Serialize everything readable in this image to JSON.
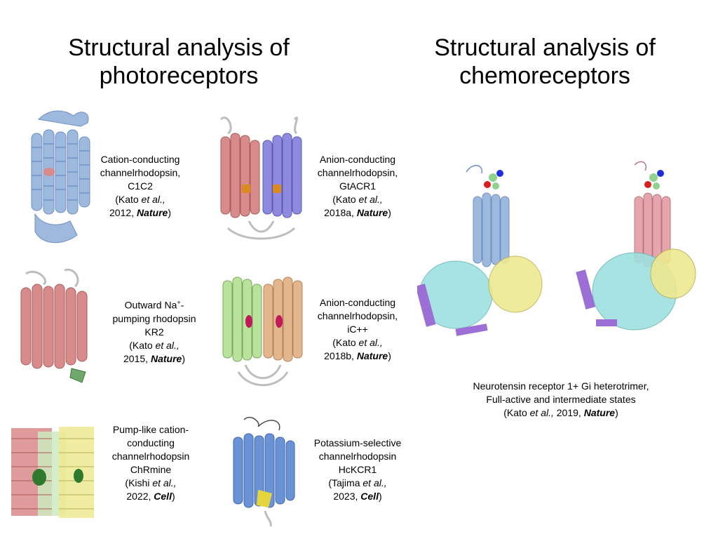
{
  "slide": {
    "left_heading": [
      "Structural analysis of",
      "photoreceptors"
    ],
    "right_heading": [
      "Structural analysis of",
      "chemoreceptors"
    ]
  },
  "structures": [
    {
      "id": "c1c2",
      "lines": [
        "Cation-conducting",
        "channelrhodopsin,",
        "C1C2"
      ],
      "citation": {
        "pre": "(Kato ",
        "etal": "et al.,",
        "year": "2012, ",
        "journal": "Nature",
        "post": ")"
      }
    },
    {
      "id": "gtacr1",
      "lines": [
        "Anion-conducting",
        "channelrhodopsin,",
        "GtACR1"
      ],
      "citation": {
        "pre": "(Kato ",
        "etal": "et al.,",
        "year": "2018a, ",
        "journal": "Nature",
        "post": ")"
      }
    },
    {
      "id": "kr2",
      "lines_html": "Outward Na+-",
      "lines": [
        "Outward Na",
        "pumping rhodopsin",
        "KR2"
      ],
      "superscript": "+",
      "suffix": "-",
      "citation": {
        "pre": "(Kato ",
        "etal": "et al.,",
        "year": "2015, ",
        "journal": "Nature",
        "post": ")"
      }
    },
    {
      "id": "icpp",
      "lines": [
        "Anion-conducting",
        "channelrhodopsin,",
        "iC++"
      ],
      "citation": {
        "pre": "(Kato ",
        "etal": "et al.,",
        "year": "2018b, ",
        "journal": "Nature",
        "post": ")"
      }
    },
    {
      "id": "chrmine",
      "lines": [
        "Pump-like cation-",
        "conducting",
        "channelrhodopsin",
        "ChRmine"
      ],
      "citation": {
        "pre": "(Kishi ",
        "etal": "et al.,",
        "year": "2022, ",
        "journal": "Cell",
        "post": ")"
      }
    },
    {
      "id": "hckcr1",
      "lines": [
        "Potassium-selective",
        "channelrhodopsin",
        "HcKCR1"
      ],
      "citation": {
        "pre": "(Tajima ",
        "etal": "et al.,",
        "year": "2023, ",
        "journal": "Cell",
        "post": ")"
      }
    }
  ],
  "chemo": {
    "lines": [
      "Neurotensin receptor 1+ Gi heterotrimer,",
      "Full-active and intermediate states"
    ],
    "citation": {
      "pre": "(Kato ",
      "etal": "et al.,",
      "year": " 2019, ",
      "journal": "Nature",
      "post": ")"
    }
  },
  "colors": {
    "blue": "#9db9de",
    "blue_dark": "#5b7fb8",
    "red": "#d98a8a",
    "red_dark": "#a95a5a",
    "violet": "#8d8ae0",
    "green": "#b9e29a",
    "tan": "#e3b68d",
    "yellow": "#ede990",
    "cyan": "#9fe0e0",
    "pink": "#e6a5ad",
    "purple": "#9b6fd6",
    "dark_green": "#2f7a2f",
    "orange": "#d98b1e",
    "magenta": "#c2185b",
    "gray": "#bdbdbd"
  }
}
